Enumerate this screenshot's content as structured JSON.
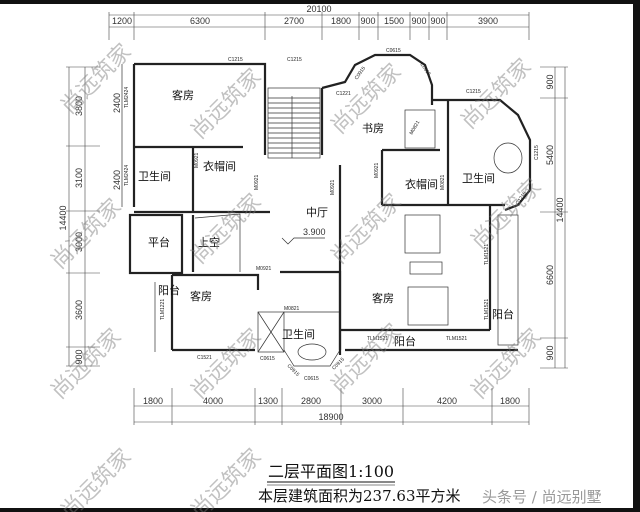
{
  "drawing": {
    "title": "二层平面图1:100",
    "area_note": "本层建筑面积为237.63平方米",
    "brand_overlay": "头条号 / 尚远别墅",
    "watermark": "尚远筑家",
    "level_mark": "3.900"
  },
  "dimensions": {
    "top_total": "20100",
    "top_segments": [
      "1200",
      "6300",
      "2700",
      "1800",
      "900",
      "1500",
      "900",
      "900",
      "3900"
    ],
    "bottom_total": "18900",
    "bottom_segments": [
      "1800",
      "4000",
      "1300",
      "2800",
      "3000",
      "4200",
      "1800"
    ],
    "left_total": "14400",
    "left_segments": [
      "3800",
      "3100",
      "3000",
      "3600",
      "900"
    ],
    "left_inner": [
      "2400",
      "2400"
    ],
    "right_total": "14400",
    "right_segments": [
      "900",
      "5400",
      "6600",
      "900"
    ]
  },
  "rooms": {
    "guest_room_nw": "客房",
    "bathroom_w": "卫生间",
    "closet_w": "衣帽间",
    "central_hall": "中厅",
    "terrace_w": "平台",
    "void": "上空",
    "balcony_sw": "阳台",
    "guest_room_sw": "客房",
    "bathroom_s": "卫生间",
    "guest_room_se": "客房",
    "balcony_s": "阳台",
    "balcony_e": "阳台",
    "study": "书房",
    "closet_e": "衣帽间",
    "bathroom_e": "卫生间"
  },
  "tags": {
    "c1215_a": "C1215",
    "c1215_b": "C1215",
    "c1215_c": "C1215",
    "c1215_d": "C1215",
    "c1215_e": "C1215",
    "c1221": "C1221",
    "c0615_top": "C0615",
    "c0915_a": "C0915",
    "c0915_b": "C0915",
    "m0921_a": "M0921",
    "m0921_b": "M0921",
    "m0921_c": "M0921",
    "m0921_d": "M0921",
    "m0921_e": "M0921",
    "m0821_a": "M0821",
    "m0821_b": "M0821",
    "m0821_c": "M0821",
    "tlm2424_a": "TLM2424",
    "tlm2424_b": "TLM2424",
    "tlm1221": "TLM1221",
    "c1521": "C1521",
    "c0615_a": "C0615",
    "c0615_b": "C0615",
    "tlm1521_a": "TLM1521",
    "tlm1521_b": "TLM1521",
    "tlm1521_c": "TLM1521",
    "tlm1521_d": "TLM1521",
    "c0915_c": "C0915",
    "c0915_d": "C0915"
  }
}
